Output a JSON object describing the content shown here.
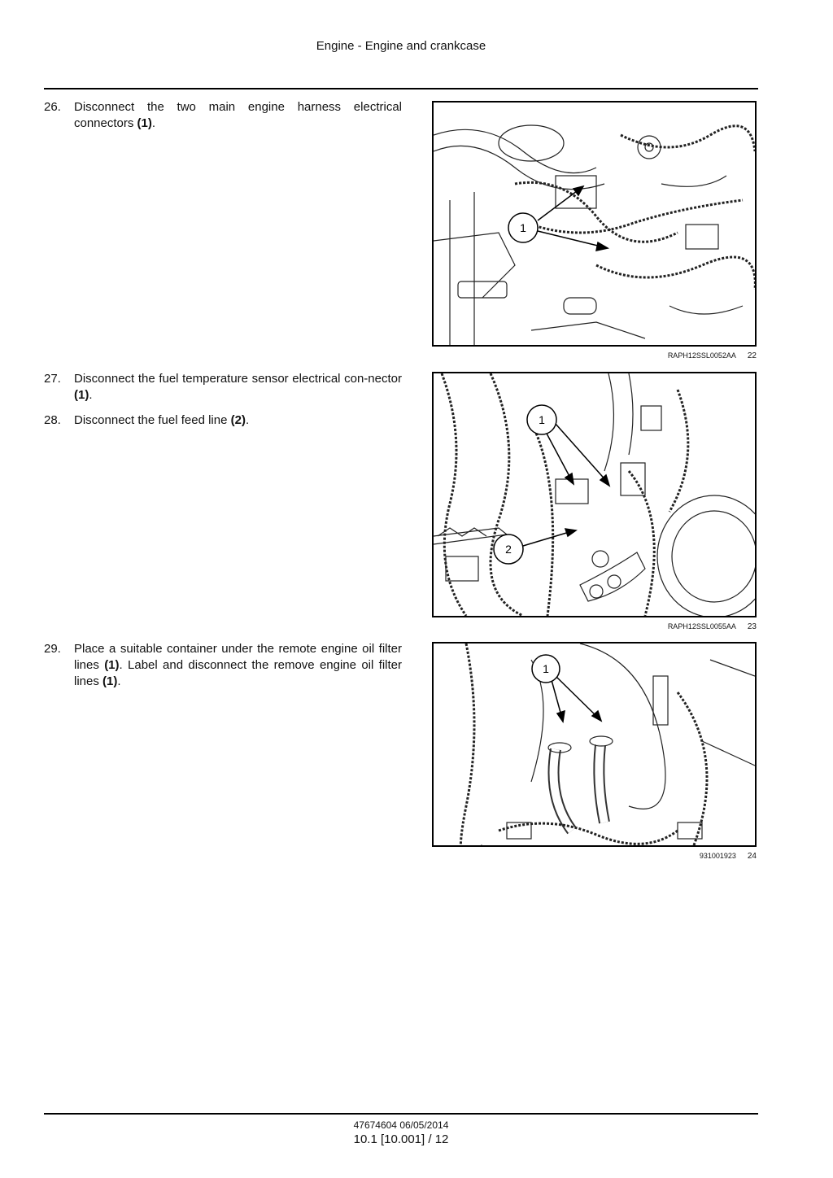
{
  "header": {
    "title": "Engine - Engine and crankcase"
  },
  "steps": [
    {
      "num": "26.",
      "pre": "Disconnect the two main engine harness electrical connectors ",
      "ref": "(1)",
      "post": "."
    },
    {
      "num": "27.",
      "pre": "Disconnect the fuel temperature sensor electrical con-nector ",
      "ref": "(1)",
      "post": "."
    },
    {
      "num": "28.",
      "pre": "Disconnect the fuel feed line ",
      "ref": "(2)",
      "post": "."
    },
    {
      "num": "29.",
      "pre": "Place a suitable container under the remote engine oil filter lines ",
      "ref": "(1)",
      "mid": ". Label and disconnect the remove engine oil filter lines ",
      "ref2": "(1)",
      "post": "."
    }
  ],
  "figures": [
    {
      "code": "RAPH12SSL0052AA",
      "number": "22",
      "callouts": [
        "1"
      ]
    },
    {
      "code": "RAPH12SSL0055AA",
      "number": "23",
      "callouts": [
        "1",
        "2"
      ]
    },
    {
      "code": "931001923",
      "number": "24",
      "callouts": [
        "1"
      ]
    }
  ],
  "footer": {
    "doc": "47674604 06/05/2014",
    "page": "10.1 [10.001] / 12"
  }
}
